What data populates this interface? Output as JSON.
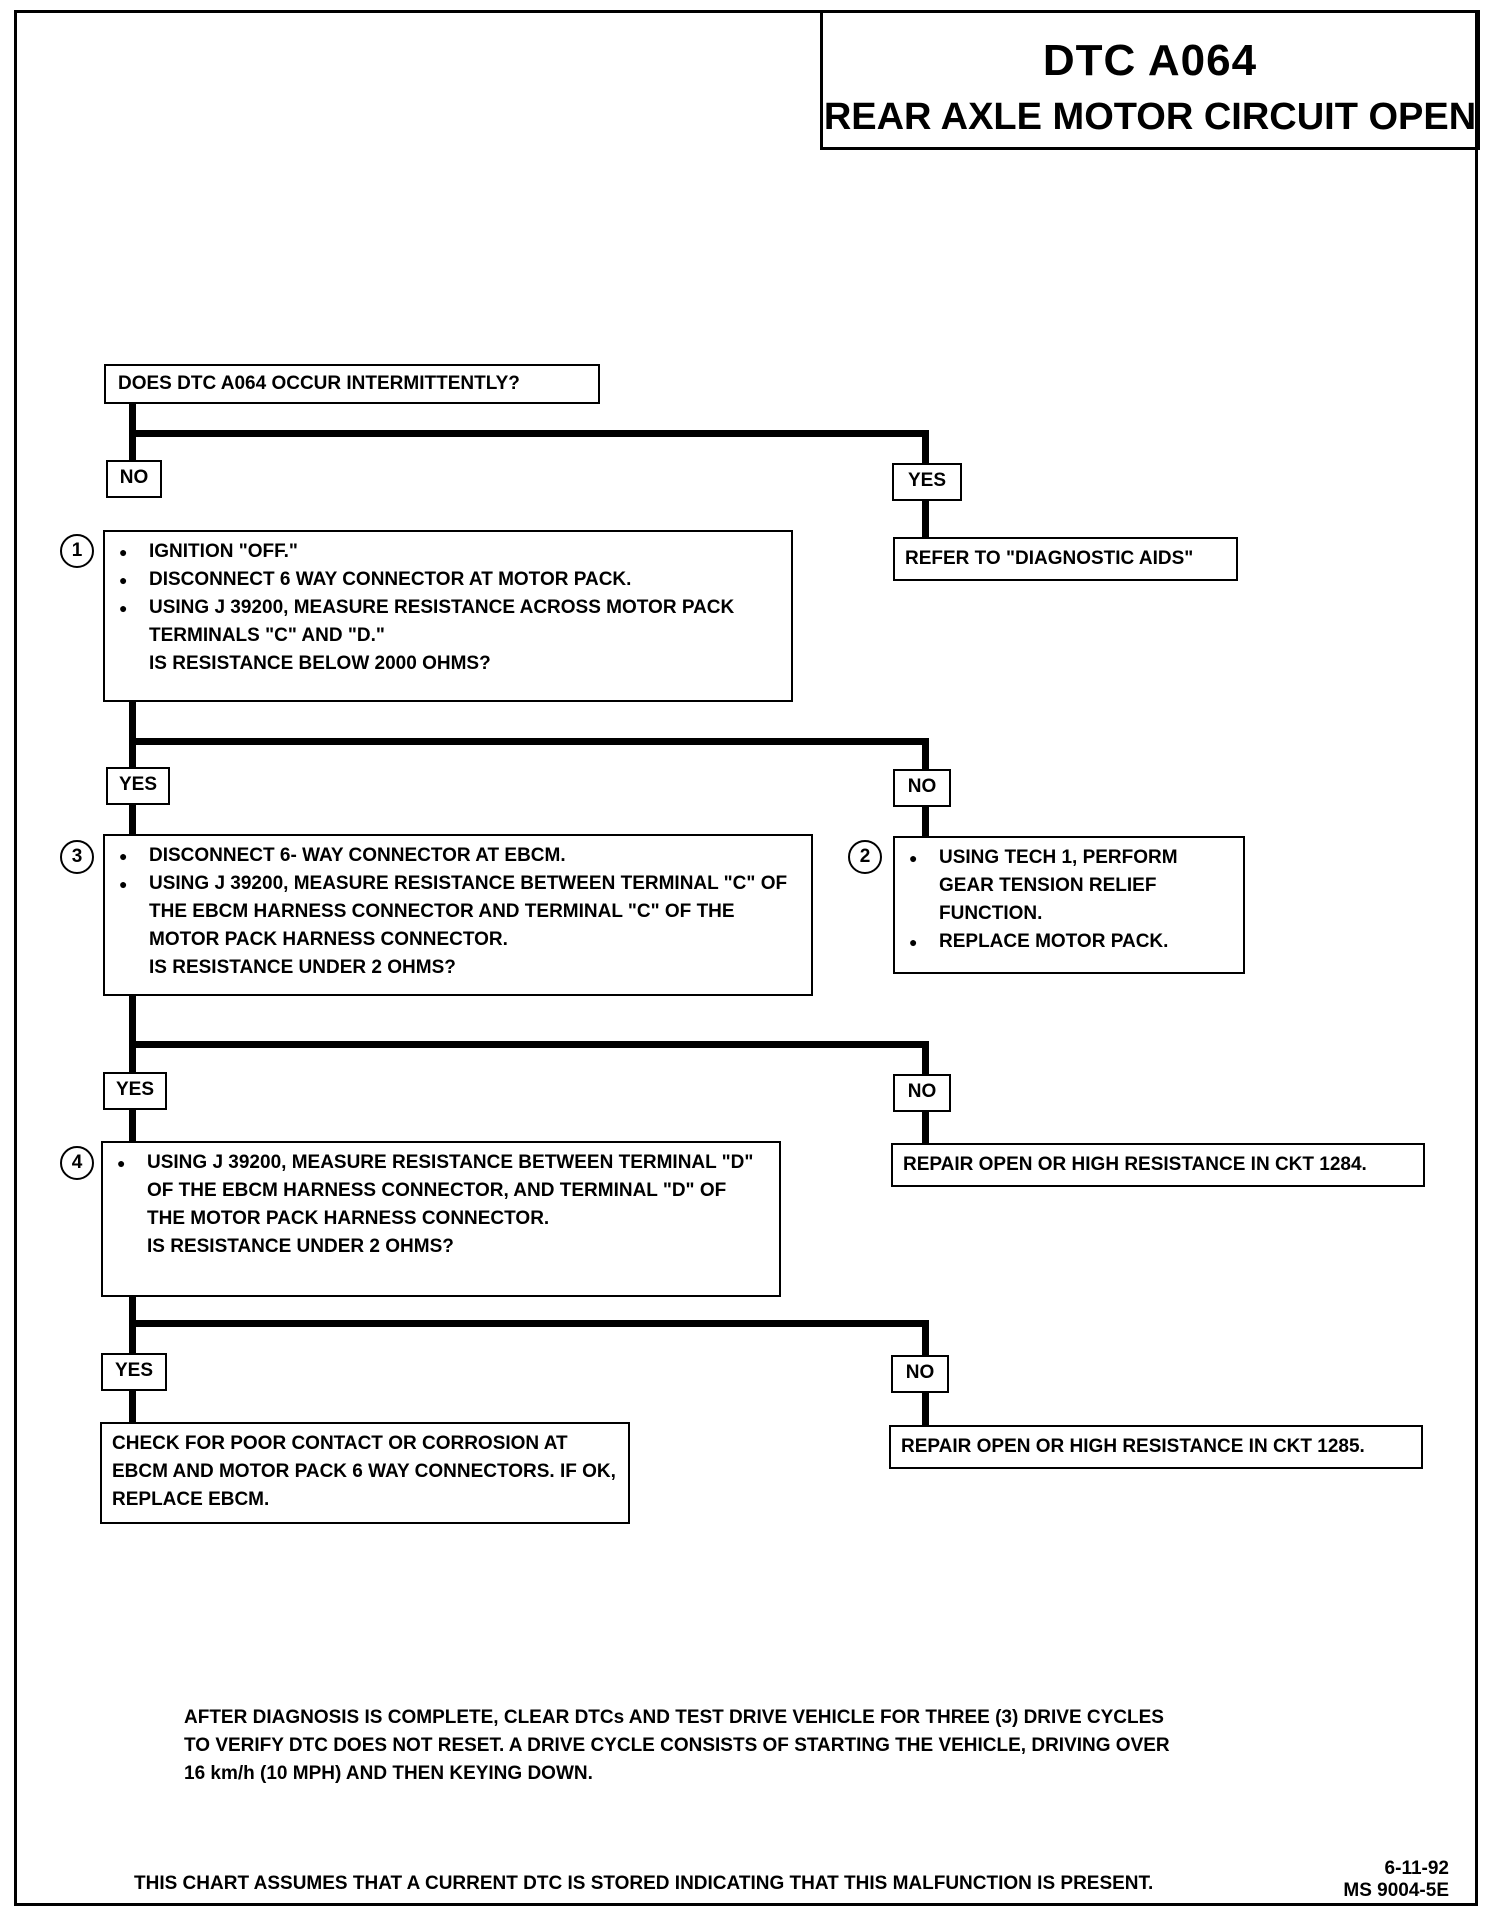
{
  "title": {
    "code": "DTC A064",
    "subtitle": "REAR AXLE MOTOR CIRCUIT OPEN"
  },
  "start_question": "DOES DTC A064 OCCUR INTERMITTENTLY?",
  "labels": {
    "yes": "YES",
    "no": "NO"
  },
  "diagnostic_aids": "REFER TO \"DIAGNOSTIC AIDS\"",
  "steps": {
    "step1": {
      "number": "1",
      "bullets": [
        "IGNITION \"OFF.\"",
        "DISCONNECT 6 WAY CONNECTOR AT MOTOR PACK.",
        "USING J 39200, MEASURE RESISTANCE ACROSS MOTOR PACK TERMINALS \"C\" AND \"D.\""
      ],
      "question": "IS RESISTANCE BELOW 2000 OHMS?"
    },
    "step2": {
      "number": "2",
      "bullets": [
        "USING TECH 1, PERFORM GEAR TENSION RELIEF FUNCTION.",
        "REPLACE MOTOR PACK."
      ]
    },
    "step3": {
      "number": "3",
      "bullets": [
        "DISCONNECT 6- WAY CONNECTOR AT EBCM.",
        "USING J 39200, MEASURE RESISTANCE BETWEEN TERMINAL \"C\" OF THE EBCM HARNESS CONNECTOR AND TERMINAL \"C\" OF THE MOTOR PACK HARNESS CONNECTOR."
      ],
      "question": "IS RESISTANCE UNDER 2 OHMS?"
    },
    "step4": {
      "number": "4",
      "bullets": [
        "USING J 39200, MEASURE RESISTANCE BETWEEN TERMINAL \"D\" OF THE EBCM HARNESS CONNECTOR, AND TERMINAL \"D\" OF THE MOTOR PACK HARNESS CONNECTOR."
      ],
      "question": "IS RESISTANCE UNDER 2 OHMS?"
    }
  },
  "repair_1284": "REPAIR OPEN OR HIGH RESISTANCE IN CKT 1284.",
  "repair_1285": "REPAIR OPEN OR HIGH RESISTANCE IN CKT 1285.",
  "final_check": "CHECK FOR POOR CONTACT OR CORROSION AT EBCM AND MOTOR PACK 6 WAY CONNECTORS. IF OK, REPLACE EBCM.",
  "footer": {
    "note": "AFTER DIAGNOSIS IS COMPLETE, CLEAR DTCs AND TEST DRIVE VEHICLE FOR THREE (3) DRIVE CYCLES TO VERIFY DTC DOES NOT RESET. A DRIVE CYCLE CONSISTS OF STARTING THE VEHICLE, DRIVING OVER 16 km/h (10 MPH) AND THEN KEYING DOWN.",
    "assumption": "THIS CHART ASSUMES THAT A CURRENT DTC IS STORED INDICATING THAT THIS MALFUNCTION IS PRESENT.",
    "date": "6-11-92",
    "doc_id": "MS 9004-5E"
  }
}
